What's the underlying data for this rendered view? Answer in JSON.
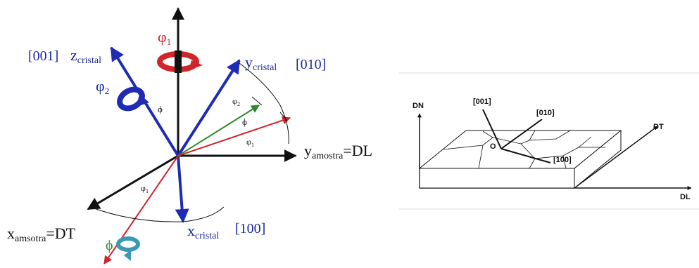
{
  "left_diagram": {
    "z_cristal": {
      "bracket": "[001]",
      "base": "z",
      "sub": "cristal"
    },
    "y_cristal": {
      "bracket": "[010]",
      "base": "y",
      "sub": "cristal"
    },
    "x_cristal": {
      "bracket": "[100]",
      "base": "x",
      "sub": "cristal"
    },
    "y_amostra": {
      "base": "y",
      "sub": "amostra",
      "suffix": "=DL"
    },
    "x_amostra": {
      "base": "x",
      "sub": "amsotra",
      "suffix": "=DT"
    },
    "phi1_top": {
      "base": "φ",
      "sub": "1"
    },
    "phi2_left": {
      "base": "φ",
      "sub": "2"
    },
    "phi_small": "ϕ",
    "phi2_small": {
      "base": "φ",
      "sub": "2"
    },
    "phi_green": "ϕ",
    "phi1_small_right": {
      "base": "φ",
      "sub": "1"
    },
    "phi1_small_left": {
      "base": "φ",
      "sub": "1"
    },
    "phi_bottom": "ϕ"
  },
  "right_diagram": {
    "dn": "DN",
    "dt": "DT",
    "dl": "DL",
    "dir_001": "[001]",
    "dir_010": "[010]",
    "dir_100": "[100]",
    "origin": "O"
  },
  "colors": {
    "black": "#111111",
    "blue": "#1f2bb3",
    "red": "#d0252b",
    "green": "#2a8a2a",
    "text_blue": "#1a2a9a",
    "teal": "#3a9ab5",
    "divider": "#dddddd"
  }
}
